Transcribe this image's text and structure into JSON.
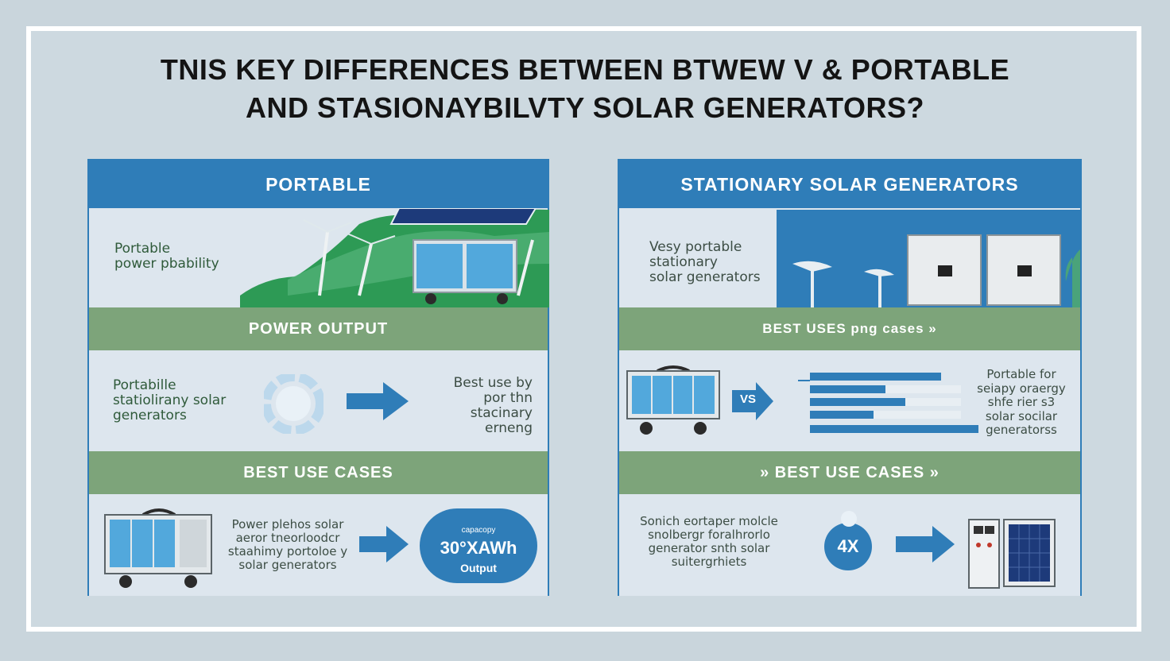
{
  "title": {
    "line1": "TNIS KEY DIFFERENCES BETWEEN BTWEW V & PORTABLE",
    "line2": "AND STASIONAYBILVTY SOLAR GENERATORS?"
  },
  "left_panel": {
    "header": "PORTABLE",
    "intro_text": "Portable\npower pbability",
    "band1": "POWER OUTPUT",
    "power_text": "Portabille\nstatiolirany solar\ngenerators",
    "power_right_text": "Best use by\npor thn\nstacinary erneng",
    "band2": "BEST USE CASES",
    "use_text": "Power plehos solar\naeror tneorloodcr\nstaahimy portoloe y\nsolar generators",
    "badge_small": "capacopy",
    "badge_value": "30°XAWh",
    "badge_label": "Output"
  },
  "right_panel": {
    "header": "STATIONARY SOLAR GENERATORS",
    "intro_text": "Vesy portable\nstationary\nsolar generators",
    "band1": "BEST USES png cases »",
    "vs_label": "VS",
    "compare_text": "Portable for\nseiapy oraergy\nshfe rier s3\nsolar socilar\ngeneratorss",
    "band2": "» BEST USE CASES »",
    "use_text": "Sonich eortaper molcle\nsnolbergr foralhrorlo\ngenerator snth solar\nsuitergrhiets",
    "badge_value": "4X"
  },
  "colors": {
    "blue": "#2f7db8",
    "green_band": "#7da47a",
    "hill_green": "#2d9a55"
  }
}
